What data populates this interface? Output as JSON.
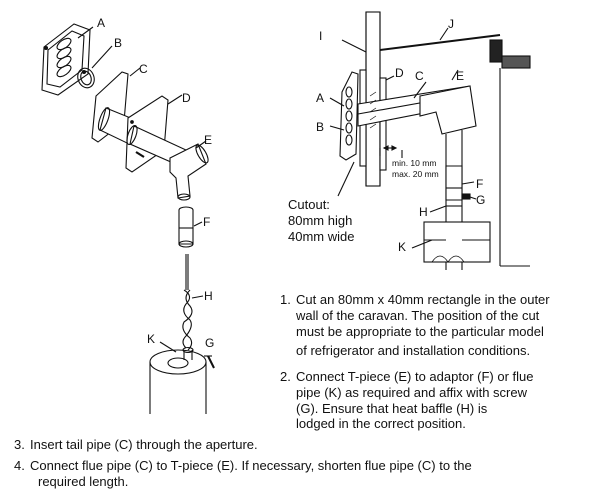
{
  "labels": {
    "a": "A",
    "b": "B",
    "c": "C",
    "d": "D",
    "e": "E",
    "f": "F",
    "g": "G",
    "h": "H",
    "k": "K",
    "i": "I",
    "j": "J"
  },
  "dimensions": {
    "min": "min. 10 mm",
    "max": "max. 20 mm"
  },
  "cutout": {
    "line1": "Cutout:",
    "line2": "80mm high",
    "line3": "40mm wide"
  },
  "steps": [
    {
      "num": "1.",
      "lines": [
        "Cut an 80mm x 40mm rectangle in the outer",
        "wall of the caravan. The position of the cut",
        "must be appropriate to the particular model",
        "of refrigerator and installation conditions."
      ]
    },
    {
      "num": "2.",
      "lines": [
        "Connect T-piece (E) to adaptor (F) or flue",
        "pipe (K) as required and affix with screw",
        "(G). Ensure that heat baffle (H) is",
        "lodged in the correct position."
      ]
    },
    {
      "num": "3.",
      "lines": [
        "Insert tail pipe (C) through the aperture."
      ]
    },
    {
      "num": "4.",
      "lines": [
        "Connect flue pipe (C) to T-piece (E). If necessary, shorten flue pipe (C) to the",
        "required length."
      ]
    }
  ]
}
